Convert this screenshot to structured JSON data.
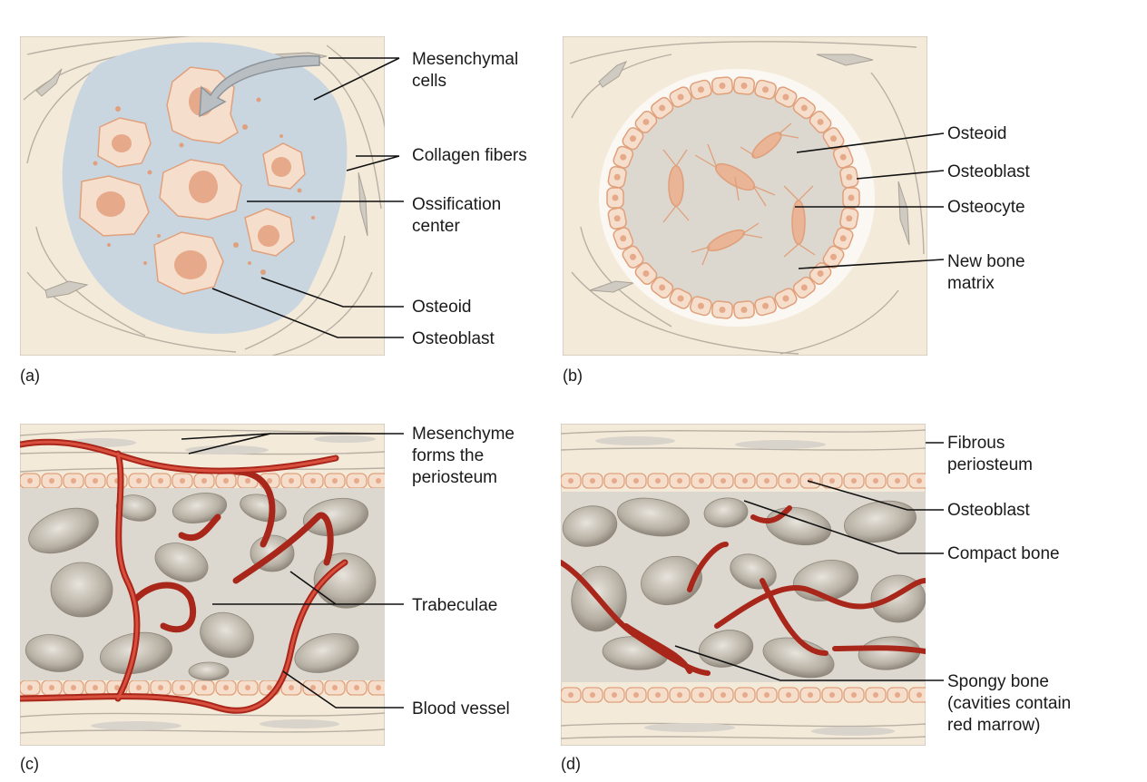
{
  "panels": {
    "a": {
      "tag": "(a)",
      "labels": [
        "Mesenchymal",
        "cells",
        "Collagen fibers",
        "Ossification",
        "center",
        "Osteoid",
        "Osteoblast"
      ]
    },
    "b": {
      "tag": "(b)",
      "labels": [
        "Osteoid",
        "Osteoblast",
        "Osteocyte",
        "New bone",
        "matrix"
      ]
    },
    "c": {
      "tag": "(c)",
      "labels": [
        "Mesenchyme",
        "forms the",
        "periosteum",
        "Trabeculae",
        "Blood vessel"
      ]
    },
    "d": {
      "tag": "(d)",
      "labels": [
        "Fibrous",
        "periosteum",
        "Osteoblast",
        "Compact bone",
        "Spongy bone",
        "(cavities contain",
        "red marrow)"
      ]
    }
  },
  "colors": {
    "background_tissue": "#f4ead9",
    "ossification_center": "#c9d6e0",
    "cell_fill": "#f5dfcc",
    "cell_outline": "#e0a07c",
    "nucleus": "#e6a98a",
    "bone_matrix": "#dcd8cf",
    "blood_vessel": "#c0392b"
  }
}
